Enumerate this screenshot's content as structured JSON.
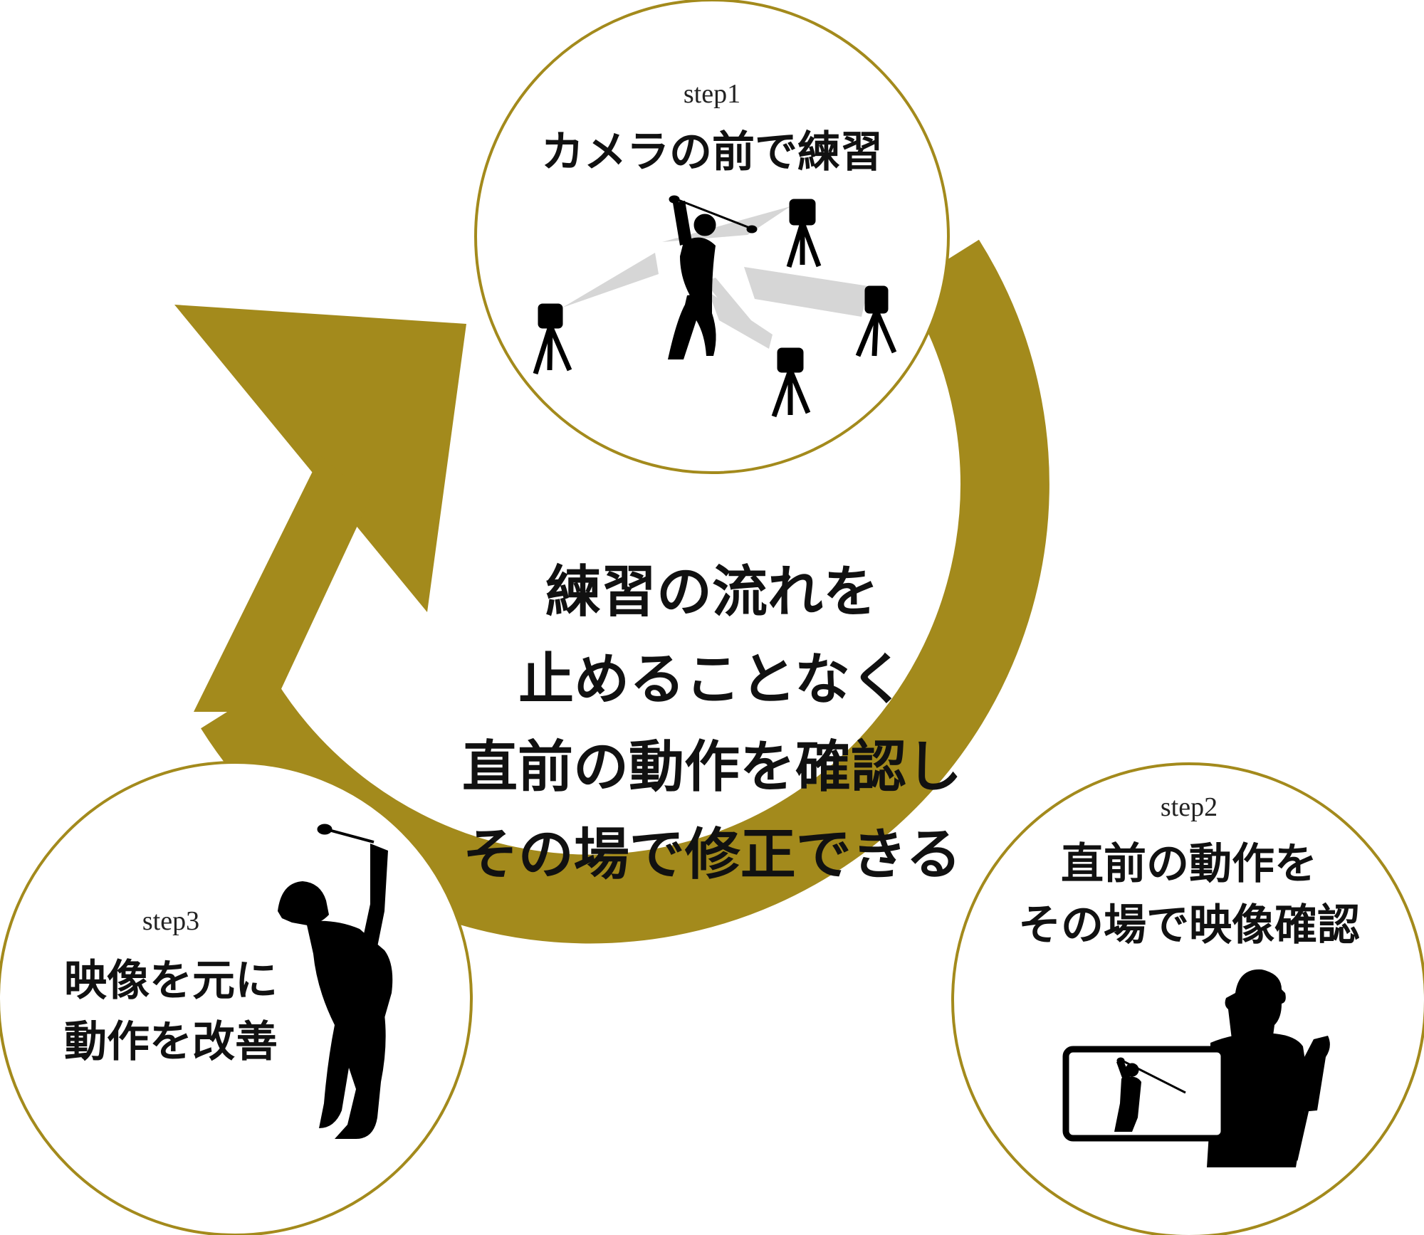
{
  "colors": {
    "arrow": "#A38A1C",
    "circle_border": "#A38A1C",
    "silhouette": "#000000",
    "light_beam": "#d6d6d6"
  },
  "center": {
    "lines": [
      "練習の流れを",
      "止めることなく",
      "直前の動作を確認し",
      "その場で修正できる"
    ]
  },
  "steps": [
    {
      "label": "step1",
      "title_lines": [
        "カメラの前で練習"
      ],
      "icon": "golfer-with-cameras-icon"
    },
    {
      "label": "step2",
      "title_lines": [
        "直前の動作を",
        "その場で映像確認"
      ],
      "icon": "golfer-checking-video-icon"
    },
    {
      "label": "step3",
      "title_lines": [
        "映像を元に",
        "動作を改善"
      ],
      "icon": "golfer-swing-icon"
    }
  ]
}
